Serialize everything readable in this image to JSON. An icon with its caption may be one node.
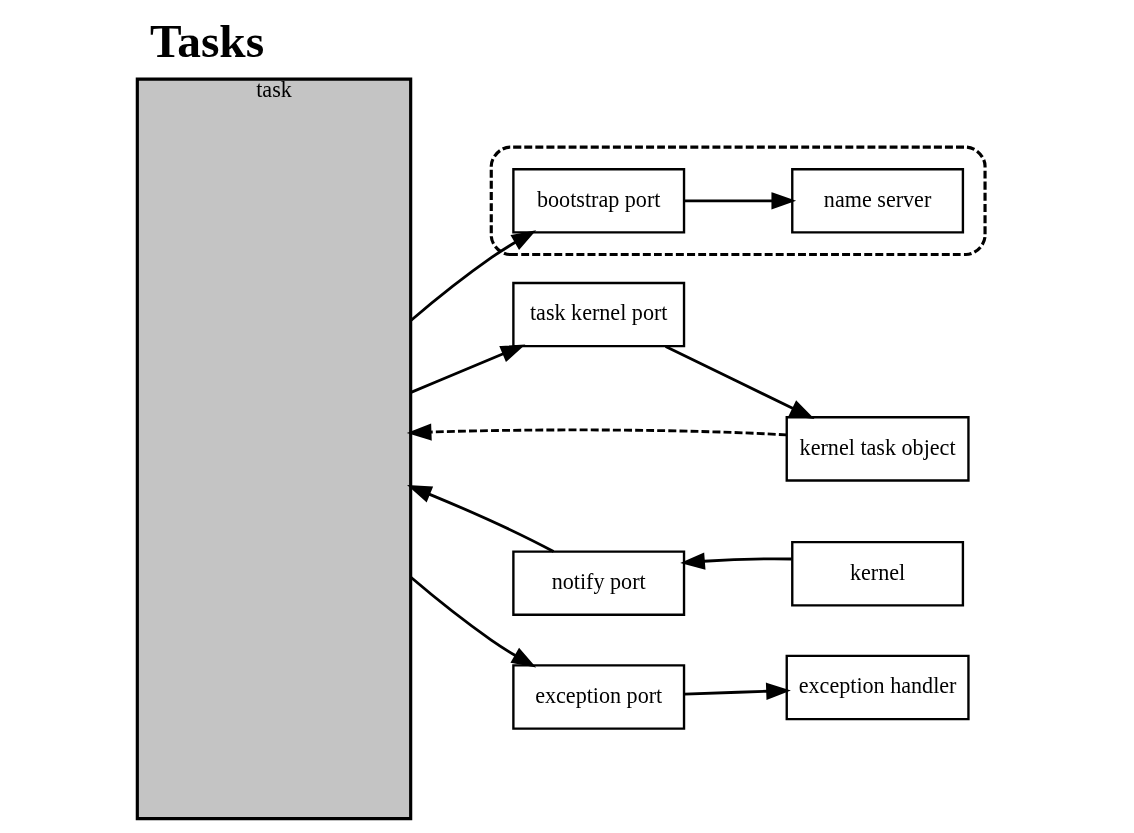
{
  "diagram": {
    "title": "Tasks",
    "nodes": [
      {
        "text": [
          "task"
        ]
      },
      {
        "text": [
          "task kernel port"
        ]
      },
      {
        "text": [
          "kernel task object"
        ]
      },
      {
        "text": [
          "notify port"
        ]
      },
      {
        "text": [
          "kernel"
        ]
      },
      {
        "text": [
          "exception port"
        ]
      },
      {
        "text": [
          "exception handler"
        ]
      },
      {
        "text": [],
        "shape": "box"
      },
      {
        "text": [
          "bootstrap port"
        ],
        "in": 7
      },
      {
        "text": [
          "name server"
        ],
        "in": 7
      }
    ],
    "edges": [
      {
        "from": 0,
        "to": 1,
        "arrow": "to"
      },
      {
        "from": 1,
        "to": 2,
        "arrow": "to"
      },
      {
        "from": 2,
        "to": 0,
        "arrow": "to",
        "style": "dashed"
      },
      {
        "from": 4,
        "to": 3,
        "arrow": "to"
      },
      {
        "from": 3,
        "to": 0,
        "arrow": "to"
      },
      {
        "from": 0,
        "to": 5,
        "arrow": "to"
      },
      {
        "from": 5,
        "to": 6,
        "arrow": "to"
      },
      {
        "from": 0,
        "to": 8,
        "arrow": "to"
      },
      {
        "from": 8,
        "to": 9,
        "arrow": "to"
      }
    ]
  }
}
